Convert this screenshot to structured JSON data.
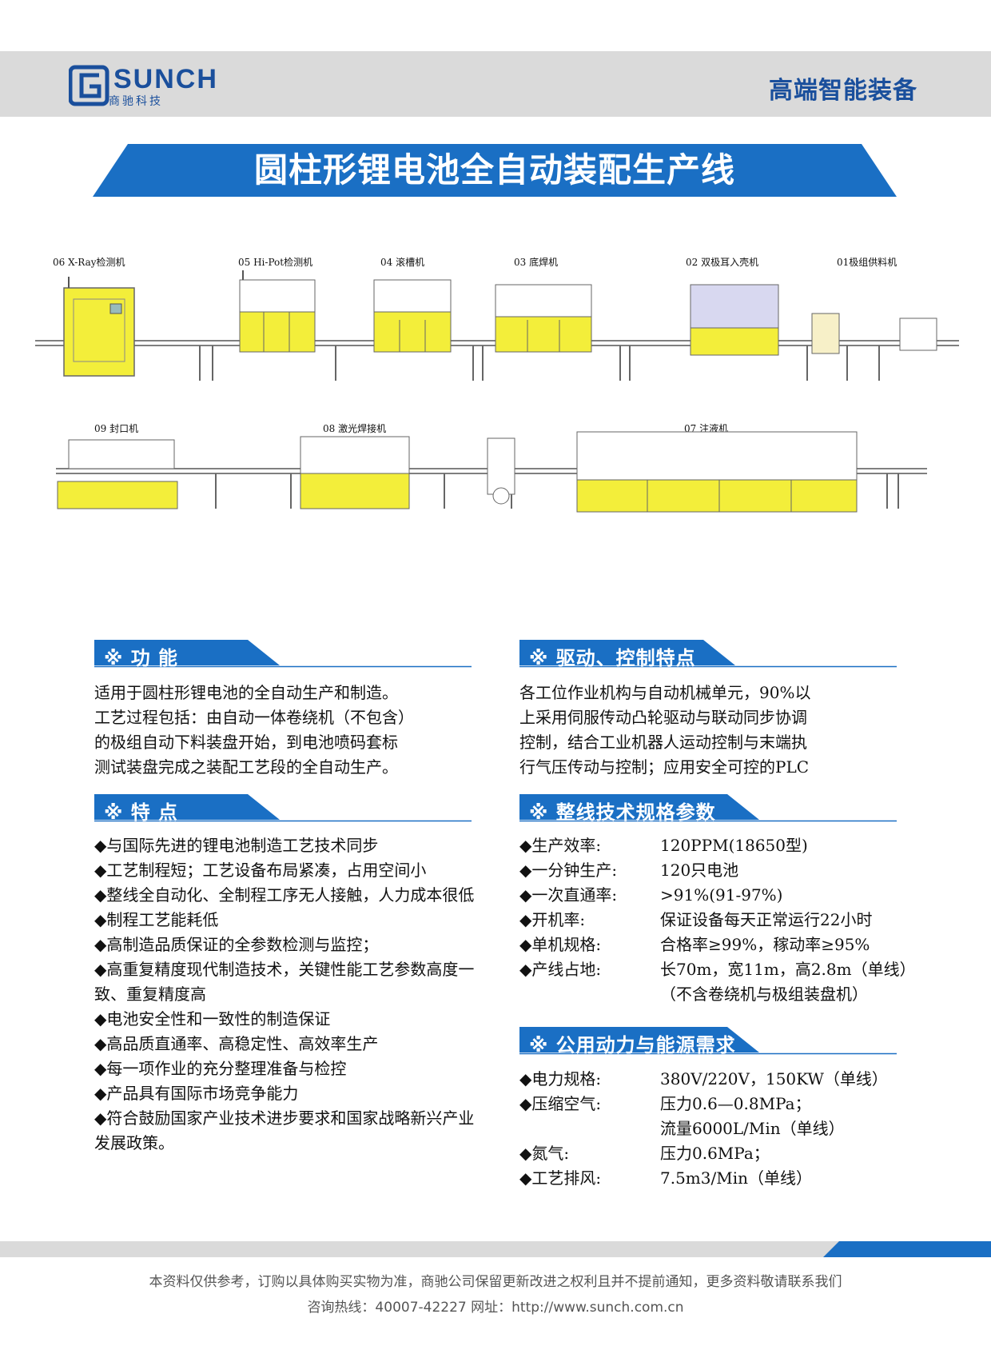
{
  "header": {
    "logo_text": "SUNCH",
    "logo_sub": "商驰科技",
    "tagline": "高端智能装备"
  },
  "title": "圆柱形锂电池全自动装配生产线",
  "machines_row1": [
    "06 X-Ray检测机",
    "05 Hi-Pot检测机",
    "04 滚槽机",
    "03 底焊机",
    "02 双极耳入壳机",
    "01极组供料机"
  ],
  "machines_row2": [
    "09 封口机",
    "08 激光焊接机",
    "07 注液机"
  ],
  "sections": {
    "function": {
      "title": "※ 功 能",
      "lines": [
        "适用于圆柱形锂电池的全自动生产和制造。",
        "工艺过程包括：由自动一体卷绕机（不包含）",
        "的极组自动下料装盘开始，到电池喷码套标",
        "测试装盘完成之装配工艺段的全自动生产。"
      ]
    },
    "features": {
      "title": "※ 特 点",
      "lines": [
        "◆与国际先进的锂电池制造工艺技术同步",
        "◆工艺制程短；工艺设备布局紧凑，占用空间小",
        "◆整线全自动化、全制程工序无人接触，人力成本很低",
        "◆制程工艺能耗低",
        "◆高制造品质保证的全参数检测与监控；",
        "◆高重复精度现代制造技术，关键性能工艺参数高度一",
        "致、重复精度高",
        "◆电池安全性和一致性的制造保证",
        "◆高品质直通率、高稳定性、高效率生产",
        "◆每一项作业的充分整理准备与检控",
        "◆产品具有国际市场竞争能力",
        "◆符合鼓励国家产业技术进步要求和国家战略新兴产业",
        "发展政策。"
      ]
    },
    "drive": {
      "title": "※ 驱动、控制特点",
      "lines": [
        "各工位作业机构与自动机械单元，90%以",
        "上采用伺服传动凸轮驱动与联动同步协调",
        " 控制，结合工业机器人运动控制与末端执",
        "行气压传动与控制；应用安全可控的PLC"
      ]
    },
    "specs": {
      "title": "※ 整线技术规格参数",
      "rows": [
        {
          "k": "◆生产效率:",
          "v": "120PPM(18650型)"
        },
        {
          "k": "◆一分钟生产:",
          "v": "120只电池"
        },
        {
          "k": "◆一次直通率:",
          "v": ">91%(91-97%)"
        },
        {
          "k": "◆开机率:",
          "v": "保证设备每天正常运行22小时"
        },
        {
          "k": "◆单机规格:",
          "v": "合格率≥99%，稼动率≥95%"
        },
        {
          "k": "◆产线占地:",
          "v": "长70m，宽11m，高2.8m（单线）"
        },
        {
          "k": "",
          "v": " （不含卷绕机与极组装盘机）"
        }
      ]
    },
    "utility": {
      "title": "※ 公用动力与能源需求",
      "rows": [
        {
          "k": "◆电力规格:",
          "v": "380V/220V，150KW（单线）"
        },
        {
          "k": "◆压缩空气:",
          "v": "压力0.6—0.8MPa；"
        },
        {
          "k": "",
          "v": "流量6000L/Min（单线）"
        },
        {
          "k": "◆氮气:",
          "v": "压力0.6MPa；"
        },
        {
          "k": "◆工艺排风:",
          "v": "7.5m3/Min（单线）"
        }
      ]
    }
  },
  "footer": {
    "note": "本资料仅供参考，订购以具体购买实物为准，商驰公司保留更新改进之权利且并不提前通知，更多资料敬请联系我们",
    "contact": "咨询热线：40007-42227   网址：http://www.sunch.com.cn"
  },
  "colors": {
    "brand_blue": "#1a6fc4",
    "dark_blue": "#1a4f9c",
    "machine_yellow": "#f3ee3a",
    "header_gray": "#dadada"
  }
}
